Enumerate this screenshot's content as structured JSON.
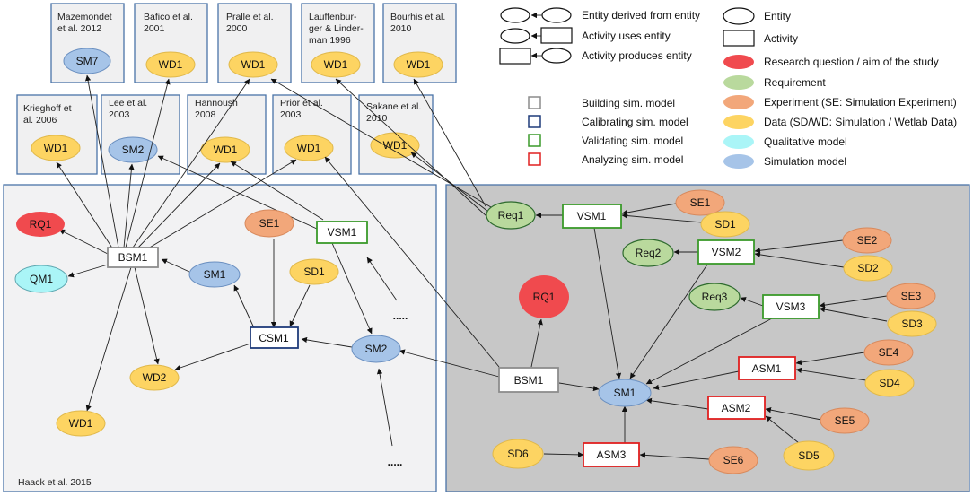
{
  "footer_label": "Haack et al. 2015",
  "legend": {
    "derived": "Entity derived from entity",
    "uses": "Activity uses entity",
    "produces": "Activity produces entity",
    "entity": "Entity",
    "activity": "Activity",
    "categories": [
      {
        "label": "Research question / aim of the study",
        "color": "#f04a4e"
      },
      {
        "label": "Requirement",
        "color": "#b9d99d"
      },
      {
        "label": "Experiment (SE: Simulation Experiment)",
        "color": "#f2a77a"
      },
      {
        "label": "Data (SD/WD: Simulation / Wetlab Data)",
        "color": "#fdd462"
      },
      {
        "label": "Qualitative model",
        "color": "#aaf5f7"
      },
      {
        "label": "Simulation model",
        "color": "#a6c4e8"
      }
    ],
    "activities": [
      {
        "label": "Building sim. model",
        "color": "#8c8c8c"
      },
      {
        "label": "Calibrating sim. model",
        "color": "#1f3b7a"
      },
      {
        "label": "Validating sim. model",
        "color": "#3a9a2a"
      },
      {
        "label": "Analyzing sim. model",
        "color": "#e02020"
      }
    ]
  },
  "references": [
    {
      "text": [
        "Mazemondet",
        "et al. 2012"
      ],
      "node": "SM7"
    },
    {
      "text": [
        "Bafico et al.",
        "2001"
      ],
      "node": "WD1"
    },
    {
      "text": [
        "Pralle et al.",
        "2000"
      ],
      "node": "WD1"
    },
    {
      "text": [
        "Lauffenbur-",
        "ger & Linder-",
        "man 1996"
      ],
      "node": "WD1"
    },
    {
      "text": [
        "Bourhis et al.",
        "2010"
      ],
      "node": "WD1"
    },
    {
      "text": [
        "Krieghoff et",
        "al. 2006"
      ],
      "node": "WD1"
    },
    {
      "text": [
        "Lee et al.",
        "2003"
      ],
      "node": "SM2"
    },
    {
      "text": [
        "Hannoush",
        "2008"
      ],
      "node": "WD1"
    },
    {
      "text": [
        "Prior et al.",
        "2003"
      ],
      "node": "WD1"
    },
    {
      "text": [
        "Sakane et al.",
        "2010"
      ],
      "node": "WD1"
    }
  ],
  "left_nodes": {
    "RQ1": "RQ1",
    "QM1": "QM1",
    "BSM1": "BSM1",
    "SM1": "SM1",
    "SE1": "SE1",
    "SD1": "SD1",
    "VSM1": "VSM1",
    "CSM1": "CSM1",
    "SM2": "SM2",
    "WD2": "WD2",
    "WD1": "WD1",
    "dots1": ".....",
    "dots2": "....."
  },
  "right_nodes": {
    "Req1": "Req1",
    "VSM1": "VSM1",
    "SE1": "SE1",
    "SD1": "SD1",
    "Req2": "Req2",
    "VSM2": "VSM2",
    "SE2": "SE2",
    "SD2": "SD2",
    "Req3": "Req3",
    "VSM3": "VSM3",
    "SE3": "SE3",
    "SD3": "SD3",
    "RQ1": "RQ1",
    "ASM1": "ASM1",
    "SE4": "SE4",
    "SD4": "SD4",
    "BSM1": "BSM1",
    "SM1": "SM1",
    "ASM2": "ASM2",
    "SE5": "SE5",
    "SD5": "SD5",
    "SD6": "SD6",
    "ASM3": "ASM3",
    "SE6": "SE6"
  }
}
